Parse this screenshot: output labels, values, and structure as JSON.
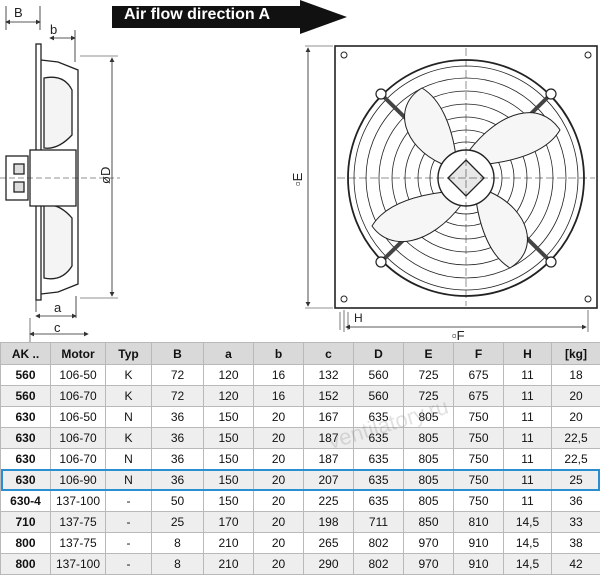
{
  "drawing": {
    "airflow_label": "Air flow direction A",
    "dim_B": "B",
    "dim_b": "b",
    "dim_D": "øD",
    "dim_a": "a",
    "dim_c": "c",
    "dim_E": "▫E",
    "dim_F": "▫F",
    "dim_H": "H"
  },
  "table": {
    "headers": [
      "AK ..",
      "Motor",
      "Typ",
      "B",
      "a",
      "b",
      "c",
      "D",
      "E",
      "F",
      "H",
      "[kg]"
    ],
    "rows": [
      [
        "560",
        "106-50",
        "K",
        "72",
        "120",
        "16",
        "132",
        "560",
        "725",
        "675",
        "11",
        "18"
      ],
      [
        "560",
        "106-70",
        "K",
        "72",
        "120",
        "16",
        "152",
        "560",
        "725",
        "675",
        "11",
        "20"
      ],
      [
        "630",
        "106-50",
        "N",
        "36",
        "150",
        "20",
        "167",
        "635",
        "805",
        "750",
        "11",
        "20"
      ],
      [
        "630",
        "106-70",
        "K",
        "36",
        "150",
        "20",
        "187",
        "635",
        "805",
        "750",
        "11",
        "22,5"
      ],
      [
        "630",
        "106-70",
        "N",
        "36",
        "150",
        "20",
        "187",
        "635",
        "805",
        "750",
        "11",
        "22,5"
      ],
      [
        "630",
        "106-90",
        "N",
        "36",
        "150",
        "20",
        "207",
        "635",
        "805",
        "750",
        "11",
        "25"
      ],
      [
        "630-4",
        "137-100",
        "-",
        "50",
        "150",
        "20",
        "225",
        "635",
        "805",
        "750",
        "11",
        "36"
      ],
      [
        "710",
        "137-75",
        "-",
        "25",
        "170",
        "20",
        "198",
        "711",
        "850",
        "810",
        "14,5",
        "33"
      ],
      [
        "800",
        "137-75",
        "-",
        "8",
        "210",
        "20",
        "265",
        "802",
        "970",
        "910",
        "14,5",
        "38"
      ],
      [
        "800",
        "137-100",
        "-",
        "8",
        "210",
        "20",
        "290",
        "802",
        "970",
        "910",
        "14,5",
        "42"
      ]
    ],
    "highlighted_row": 5
  },
  "watermark": "ventilatory.ru"
}
